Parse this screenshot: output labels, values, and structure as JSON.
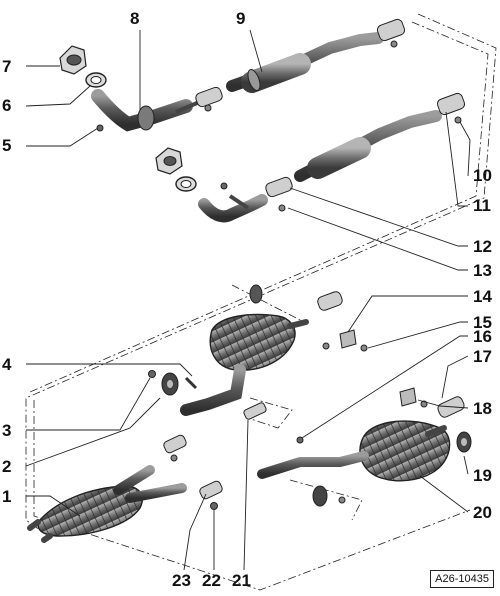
{
  "diagram": {
    "drawing_number": "A26-10435",
    "callouts": [
      "1",
      "2",
      "3",
      "4",
      "5",
      "6",
      "7",
      "8",
      "9",
      "10",
      "11",
      "12",
      "13",
      "14",
      "15",
      "16",
      "17",
      "18",
      "19",
      "20",
      "21",
      "22",
      "23"
    ]
  }
}
